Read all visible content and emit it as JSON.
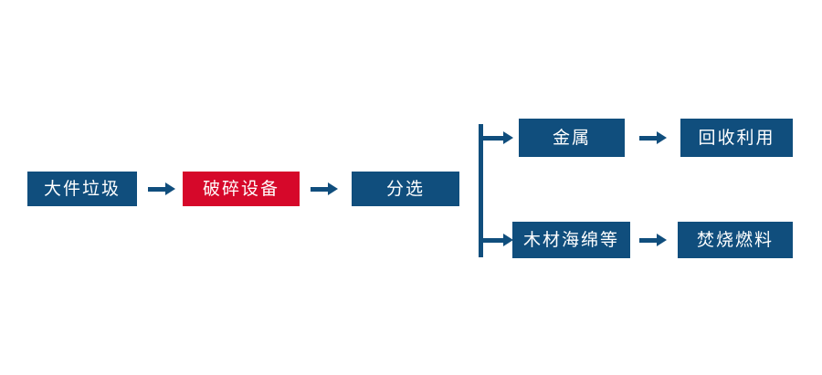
{
  "diagram": {
    "title": "bulky-waste-processing-flow",
    "background_color": "#ffffff",
    "colors": {
      "primary_blue": "#104e7d",
      "accent_red": "#d6082a",
      "node_text": "#ffffff"
    },
    "nodes": [
      {
        "id": "bulky",
        "label": "大件垃圾",
        "color": "#104e7d"
      },
      {
        "id": "crusher",
        "label": "破碎设备",
        "color": "#d6082a"
      },
      {
        "id": "sorting",
        "label": "分选",
        "color": "#104e7d"
      },
      {
        "id": "metal",
        "label": "金属",
        "color": "#104e7d"
      },
      {
        "id": "recycle",
        "label": "回收利用",
        "color": "#104e7d"
      },
      {
        "id": "wood",
        "label": "木材海绵等",
        "color": "#104e7d"
      },
      {
        "id": "fuel",
        "label": "焚烧燃料",
        "color": "#104e7d"
      }
    ],
    "connectors": [
      {
        "id": "arrow-bulky-to-crusher",
        "icon": "arrow-right-icon",
        "from": "bulky",
        "to": "crusher"
      },
      {
        "id": "arrow-crusher-to-sorting",
        "icon": "arrow-right-icon",
        "from": "crusher",
        "to": "sorting"
      },
      {
        "id": "split-bracket",
        "icon": "branch-bracket-icon",
        "from": "sorting",
        "to": "metal,wood"
      },
      {
        "id": "arrow-branch-top",
        "icon": "arrow-right-icon",
        "from": "sorting",
        "to": "metal"
      },
      {
        "id": "arrow-branch-bottom",
        "icon": "arrow-right-icon",
        "from": "sorting",
        "to": "wood"
      },
      {
        "id": "arrow-metal-to-recycle",
        "icon": "arrow-right-icon",
        "from": "metal",
        "to": "recycle"
      },
      {
        "id": "arrow-wood-to-fuel",
        "icon": "arrow-right-icon",
        "from": "wood",
        "to": "fuel"
      }
    ]
  }
}
